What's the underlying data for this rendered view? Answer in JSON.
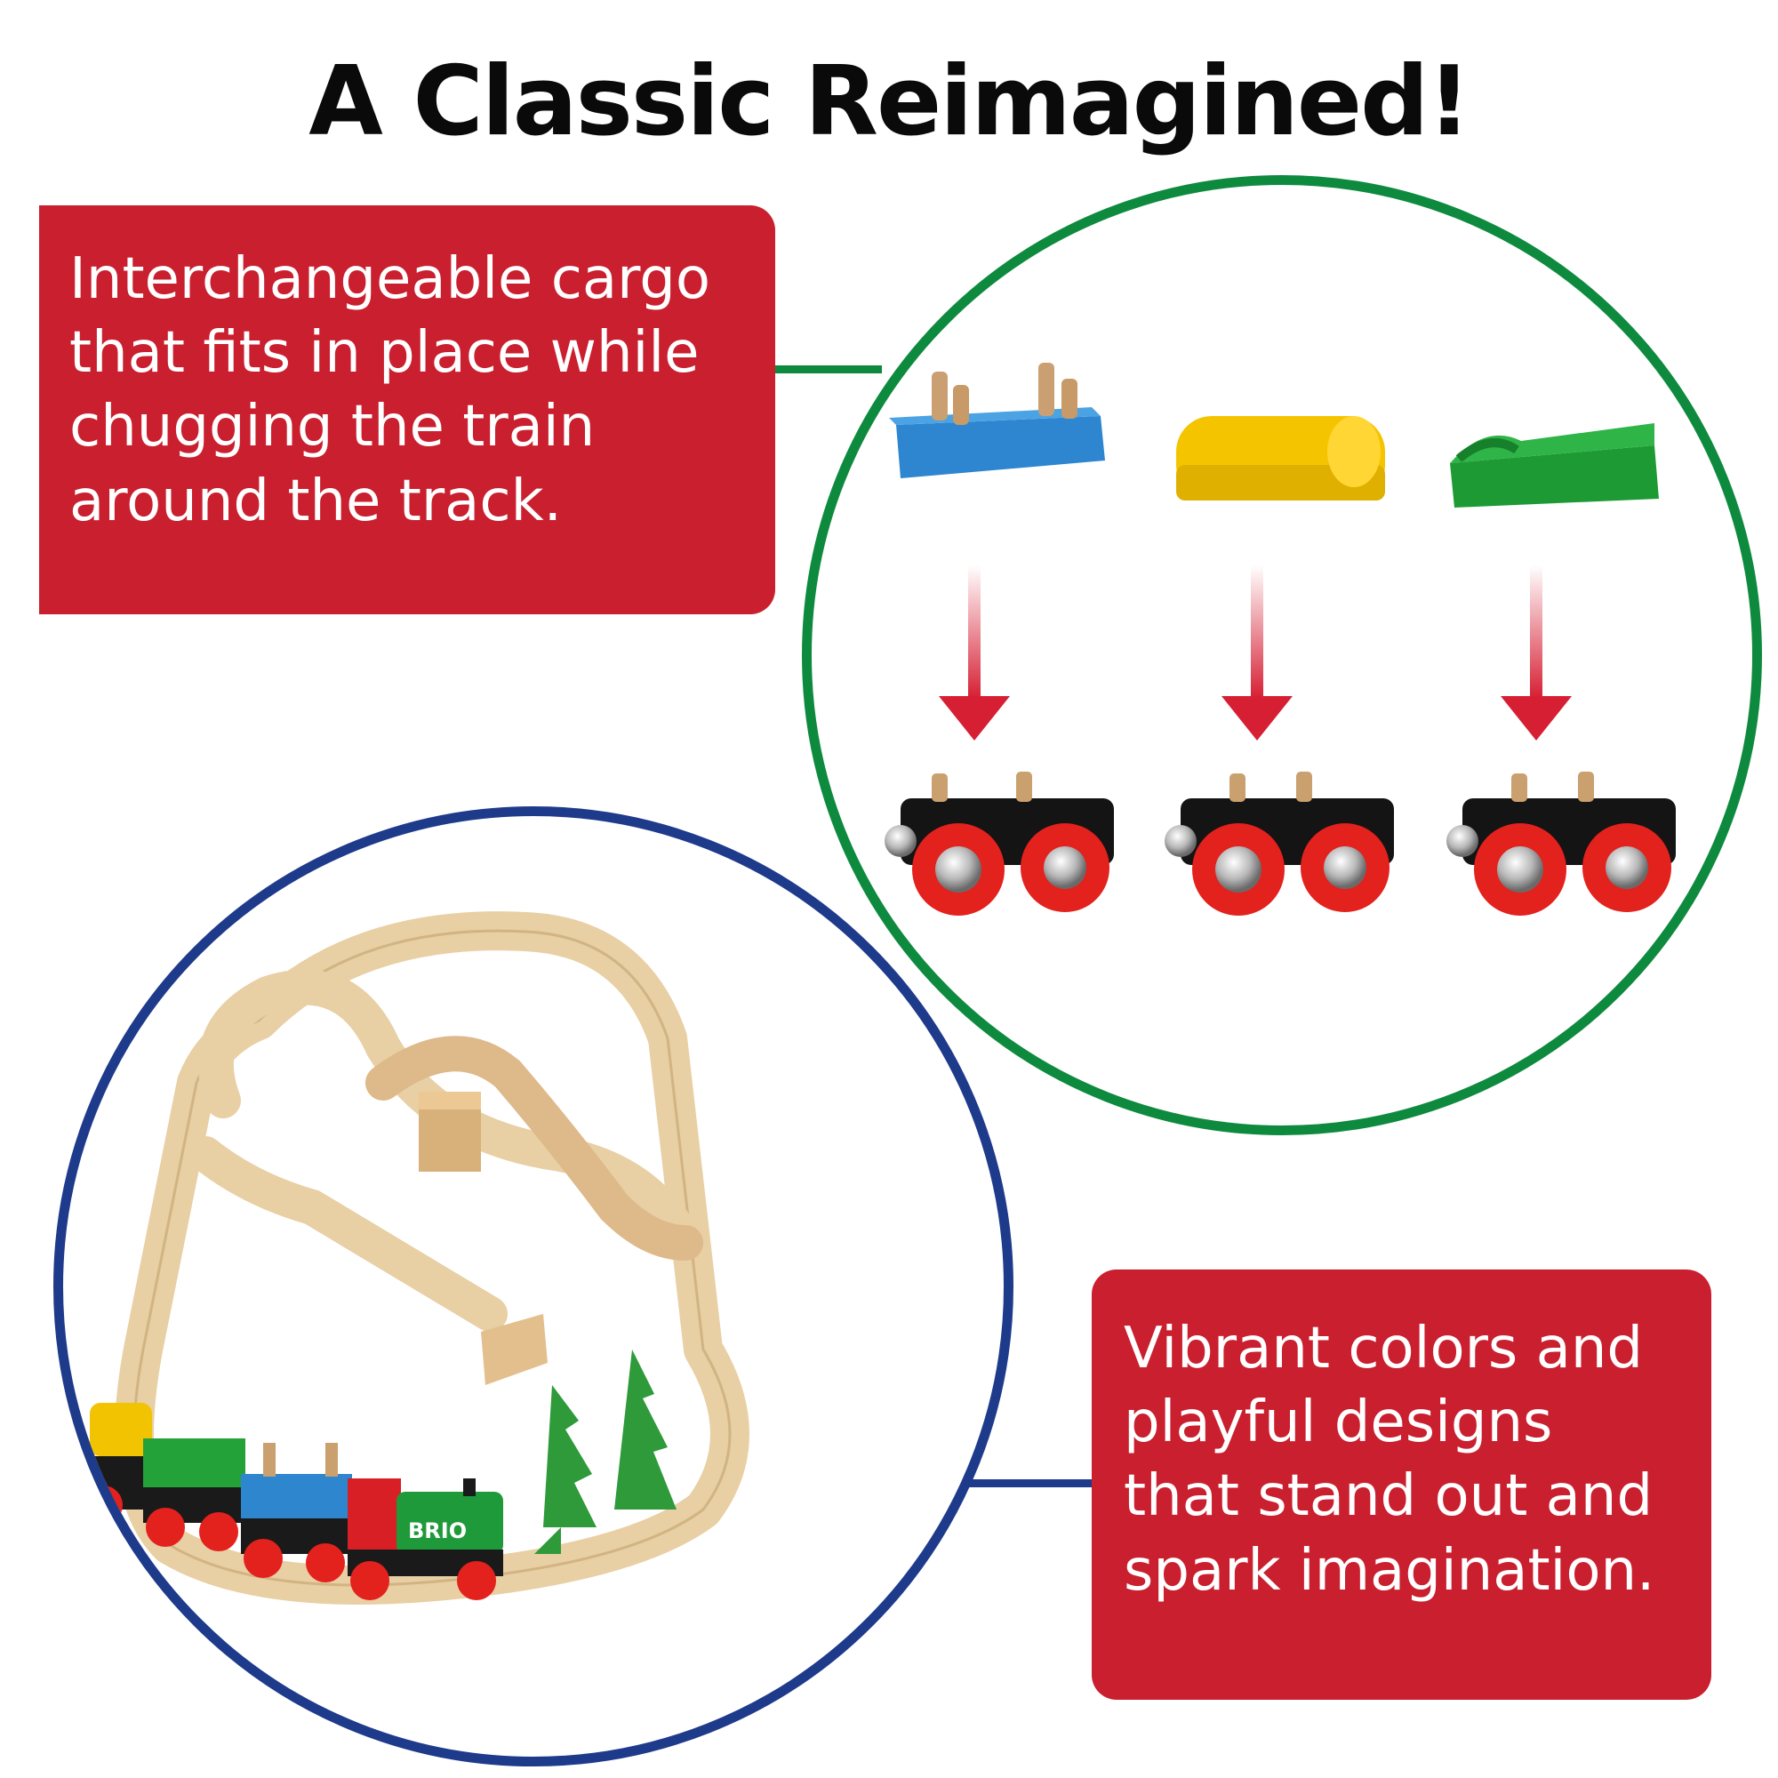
{
  "title": "A Classic Reimagined!",
  "callout_top": {
    "lines": [
      "Interchangeable cargo",
      "that fits in place while",
      "chugging the train",
      "around the track."
    ]
  },
  "callout_bottom": {
    "lines": [
      "Vibrant colors and",
      "playful designs",
      "that stand out and",
      "spark imagination."
    ]
  },
  "colors": {
    "callout_red": "#c91f2e",
    "green_ring": "#0e8a3e",
    "blue_ring": "#1e3a8a",
    "track_wood": "#e8cfa4"
  },
  "logo_text": "BRIO"
}
